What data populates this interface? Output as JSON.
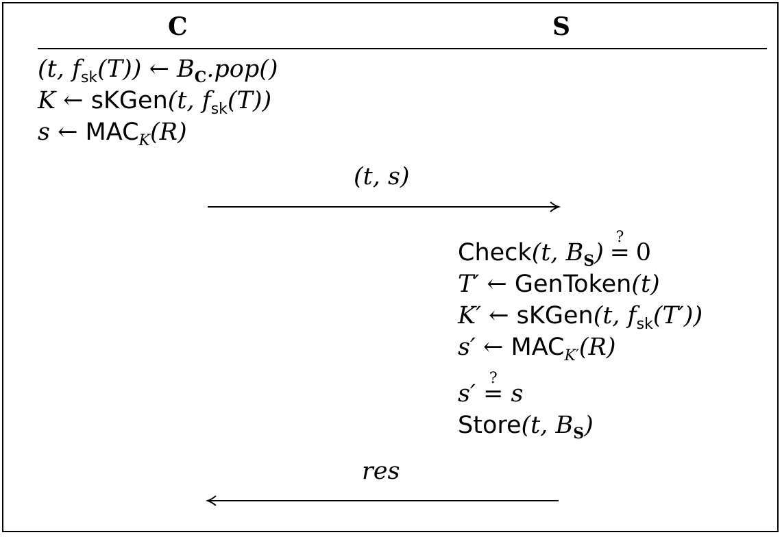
{
  "header": {
    "client": "C",
    "server": "S"
  },
  "client_steps": [
    {
      "lhs": "(t, f",
      "sub": "sk",
      "rhs": "(T)) ← B",
      "sub2": "C",
      "tail": ".pop()"
    },
    {
      "lhs": "K ← ",
      "fn": "sKGen",
      "args": "(t, f",
      "sub": "sk",
      "rest": "(T))"
    },
    {
      "lhs": "s ← ",
      "fn": "MAC",
      "sub": "K",
      "args": "(R)"
    }
  ],
  "messages": [
    {
      "label": "(t, s)",
      "direction": "right"
    },
    {
      "label": "res",
      "direction": "left"
    }
  ],
  "server_steps": [
    {
      "fn": "Check",
      "args": "(t, B",
      "sub": "S",
      "rest": ")",
      "cmp": "=",
      "q": "?",
      "rhs": "0"
    },
    {
      "lhs": "T′ ← ",
      "fn": "GenToken",
      "args": "(t)"
    },
    {
      "lhs": "K′ ← ",
      "fn": "sKGen",
      "args": "(t, f",
      "sub": "sk",
      "rest": "(T′))"
    },
    {
      "lhs": "s′ ← ",
      "fn": "MAC",
      "sub": "K′",
      "args": "(R)"
    },
    {
      "lhs": "s′ ",
      "cmp": "=",
      "q": "?",
      "rhs": " s"
    },
    {
      "fn": "Store",
      "args": "(t, B",
      "sub": "S",
      "rest": ")"
    }
  ]
}
